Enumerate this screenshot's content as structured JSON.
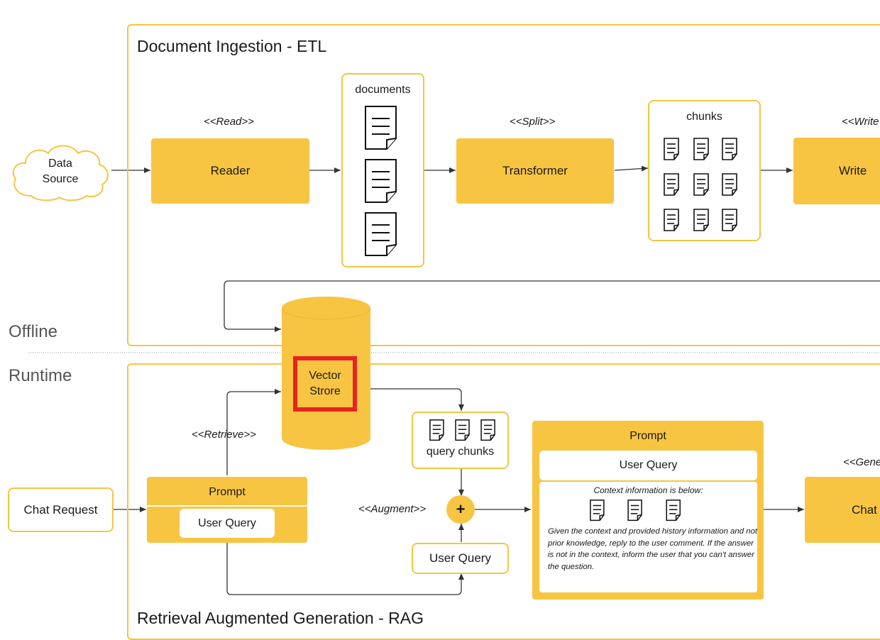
{
  "regions": {
    "offline": "Offline",
    "runtime": "Runtime"
  },
  "etl": {
    "title": "Document Ingestion - ETL",
    "data_source": "Data\nSource",
    "read_label": "<<Read>>",
    "reader": "Reader",
    "documents_label": "documents",
    "split_label": "<<Split>>",
    "transformer": "Transformer",
    "chunks_label": "chunks",
    "write_label": "<<Write",
    "writer": "Write"
  },
  "vector_store": {
    "label": "Vector\nStrore"
  },
  "rag": {
    "title": "Retrieval Augmented Generation - RAG",
    "chat_request": "Chat Request",
    "retrieve_label": "<<Retrieve>>",
    "prompt_title": "Prompt",
    "user_query": "User Query",
    "query_chunks": "query chunks",
    "augment_label": "<<Augment>>",
    "plus": "+",
    "user_query_2": "User Query",
    "prompt2_title": "Prompt",
    "prompt2_user_query": "User Query",
    "context_info": "Context information is below:",
    "instructions": "Given the context and provided history information and not prior knowledge, reply to the user comment. If the answer is not in the context, inform the user that you can't answer the question.",
    "generate_label": "<<Gene",
    "chat": "Chat"
  },
  "colors": {
    "accent": "#f8c543",
    "border": "#f5c542",
    "highlight": "#e8231f"
  },
  "icons": [
    "cloud-icon",
    "document-icon",
    "cylinder-icon",
    "plus-icon"
  ]
}
